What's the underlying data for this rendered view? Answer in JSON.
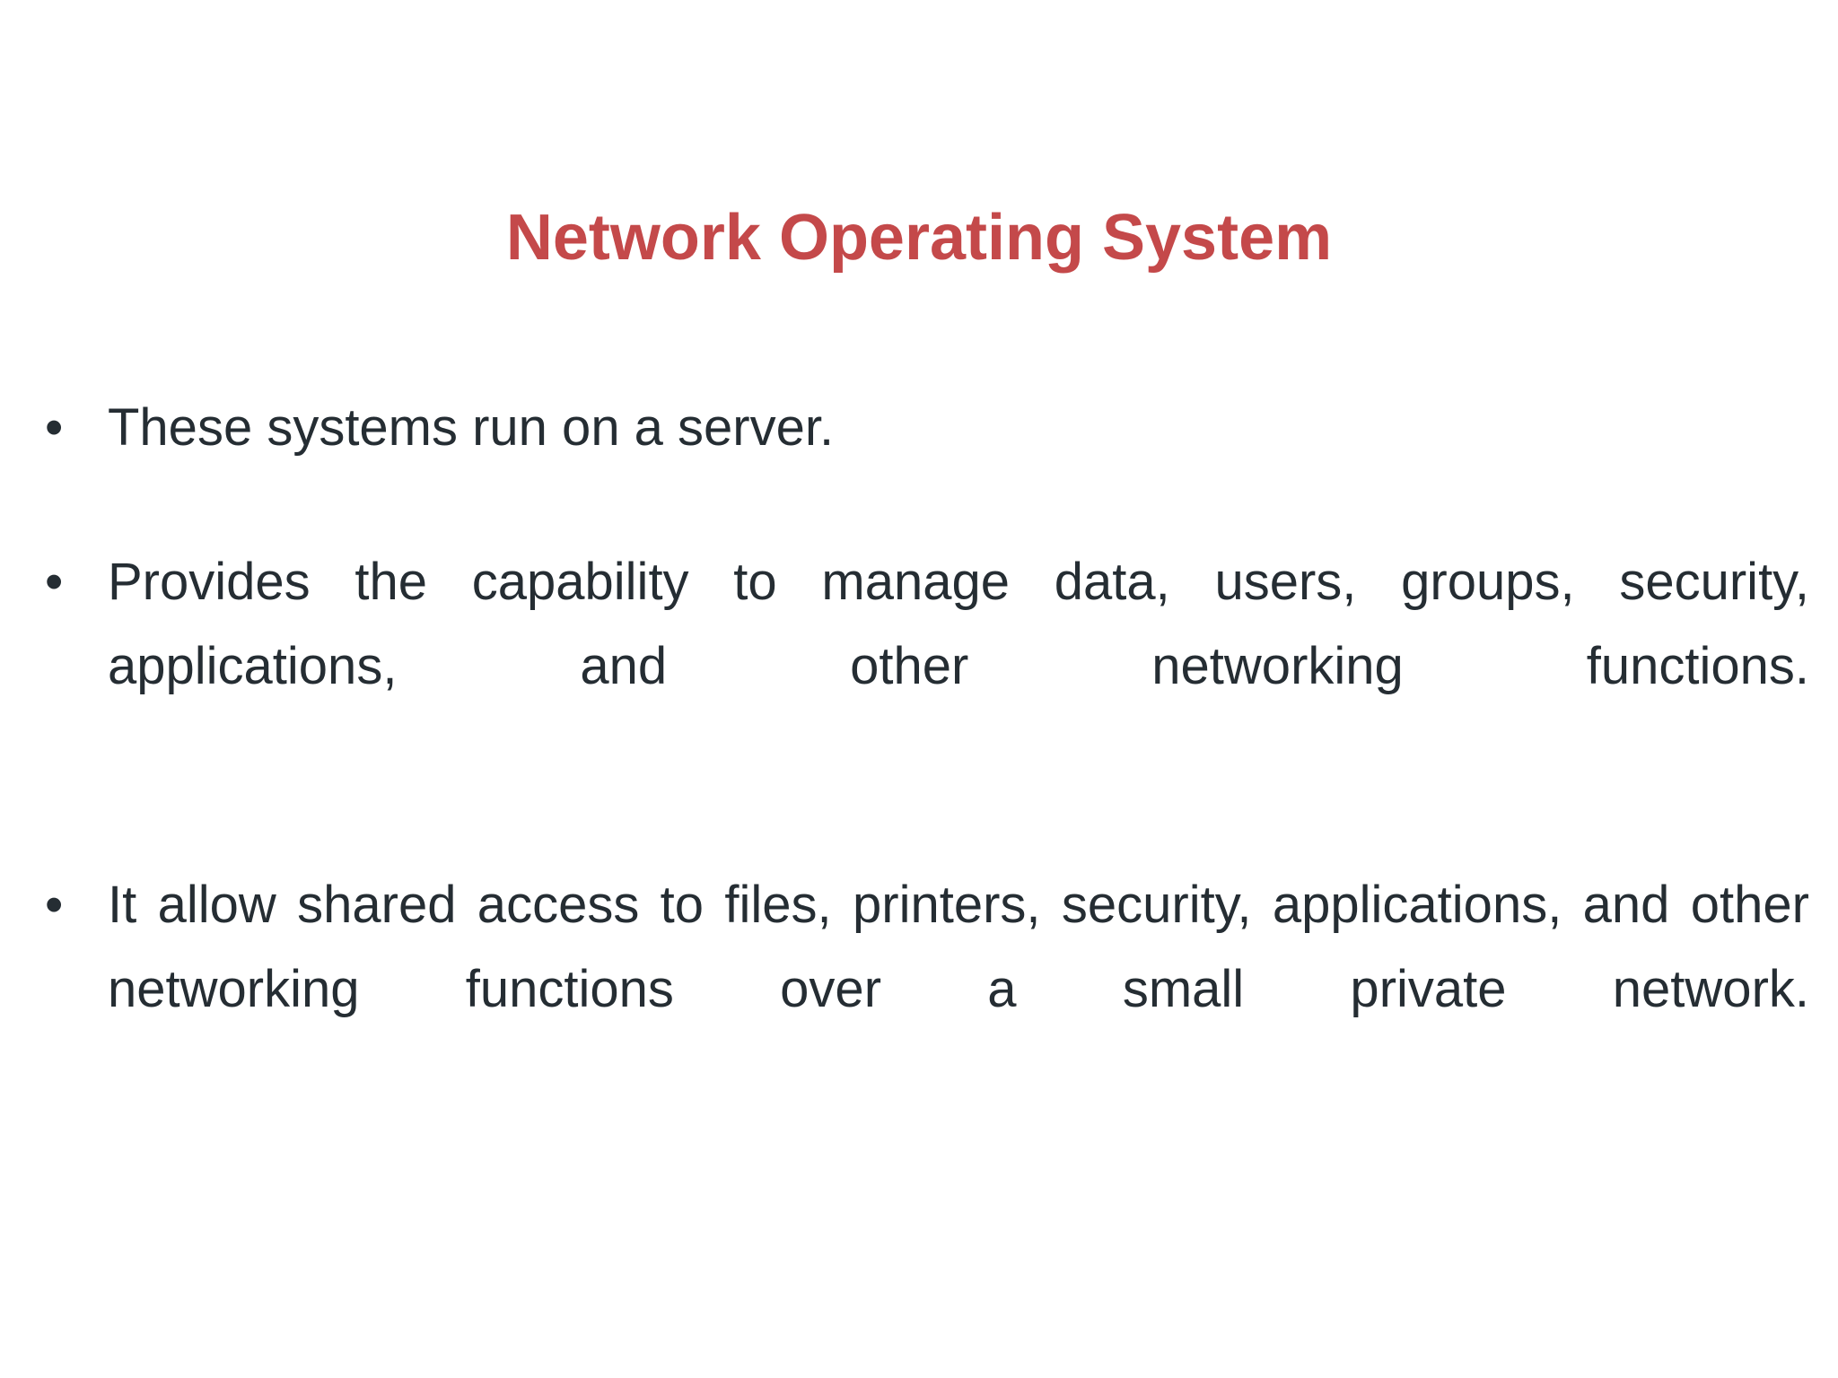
{
  "slide": {
    "background_color": "#FFFFFF",
    "title": {
      "text": "Network Operating System",
      "color": "#C4494A"
    },
    "body": {
      "text_color": "#252D33",
      "bullet_glyph": "•",
      "bullets": [
        {
          "marker": "•",
          "text": "These systems run on a server."
        },
        {
          "marker": "•",
          "text": "Provides the capability to manage data, users, groups, security, applications, and other networking functions."
        },
        {
          "marker": "•",
          "text": "It allow shared access to files, printers, security, applications, and other networking functions over a small private network."
        }
      ]
    }
  }
}
